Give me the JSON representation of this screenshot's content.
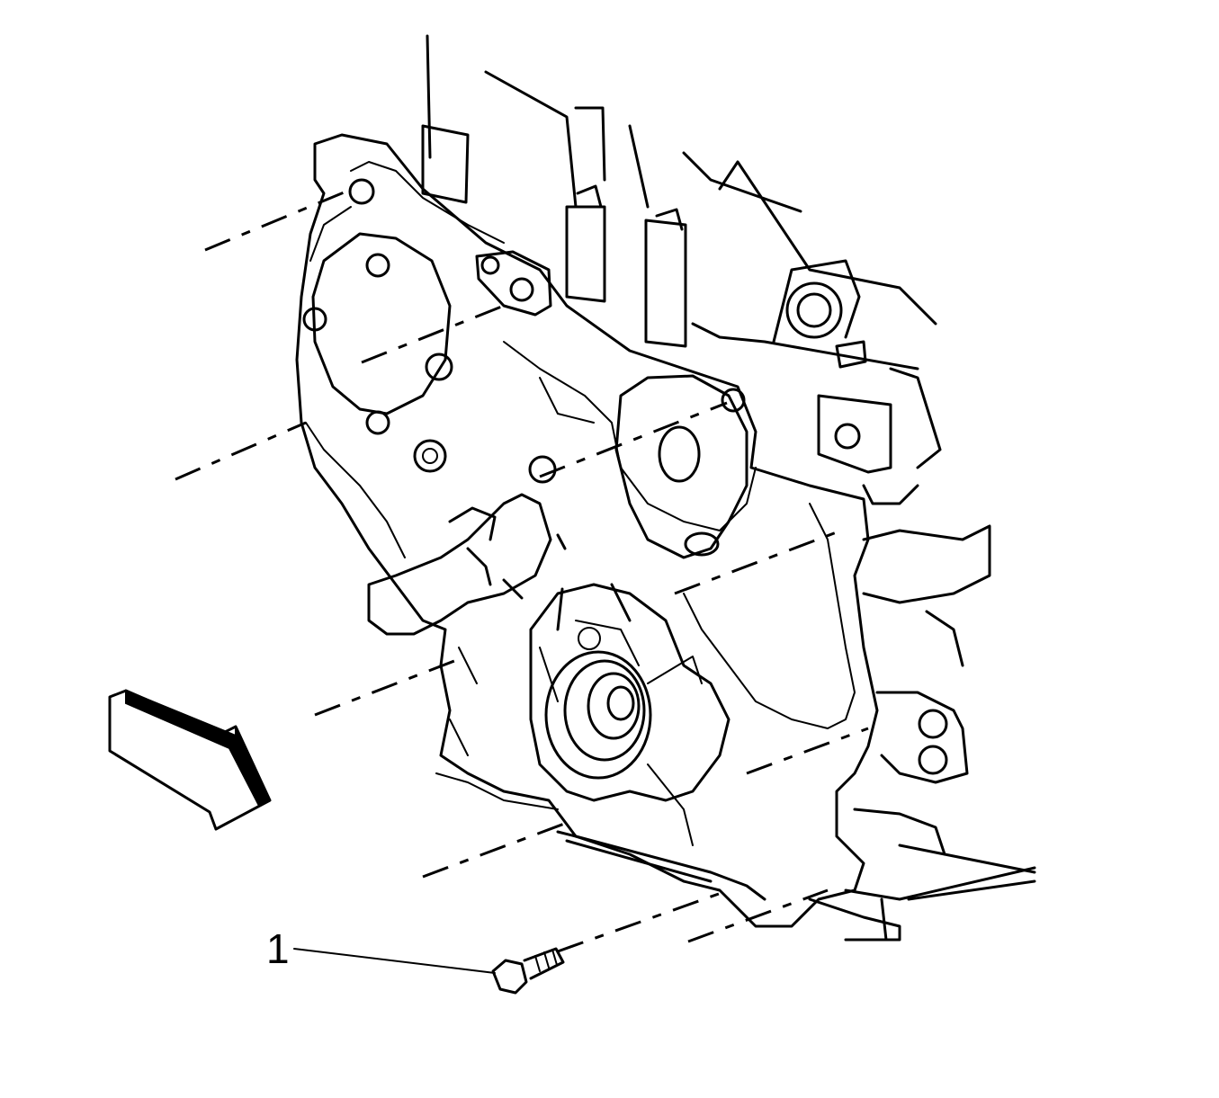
{
  "callouts": [
    {
      "number": "1",
      "part": "bolt"
    }
  ],
  "view_arrow": {
    "direction": "down-right"
  },
  "colors": {
    "line": "#000000",
    "background": "#ffffff"
  },
  "icons": [
    "direction-arrow-icon",
    "bolt-icon"
  ]
}
